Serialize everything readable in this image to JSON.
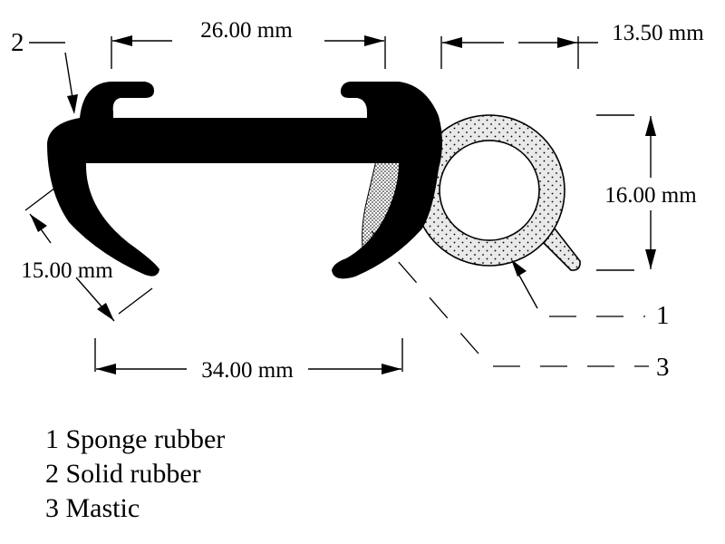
{
  "dimensions": {
    "top_width": "26.00 mm",
    "bulb_width": "13.50 mm",
    "bulb_height": "16.00 mm",
    "leg_length": "15.00 mm",
    "bottom_width": "34.00 mm"
  },
  "callouts": {
    "c1": "1",
    "c2": "2",
    "c3": "3"
  },
  "legend": [
    {
      "text": "1 Sponge rubber"
    },
    {
      "text": "2 Solid rubber"
    },
    {
      "text": "3 Mastic"
    }
  ],
  "colors": {
    "solid_rubber": "#000000",
    "sponge_fill": "#e9e9e9",
    "mastic_fill": "#cfcfcf",
    "line": "#000000"
  }
}
